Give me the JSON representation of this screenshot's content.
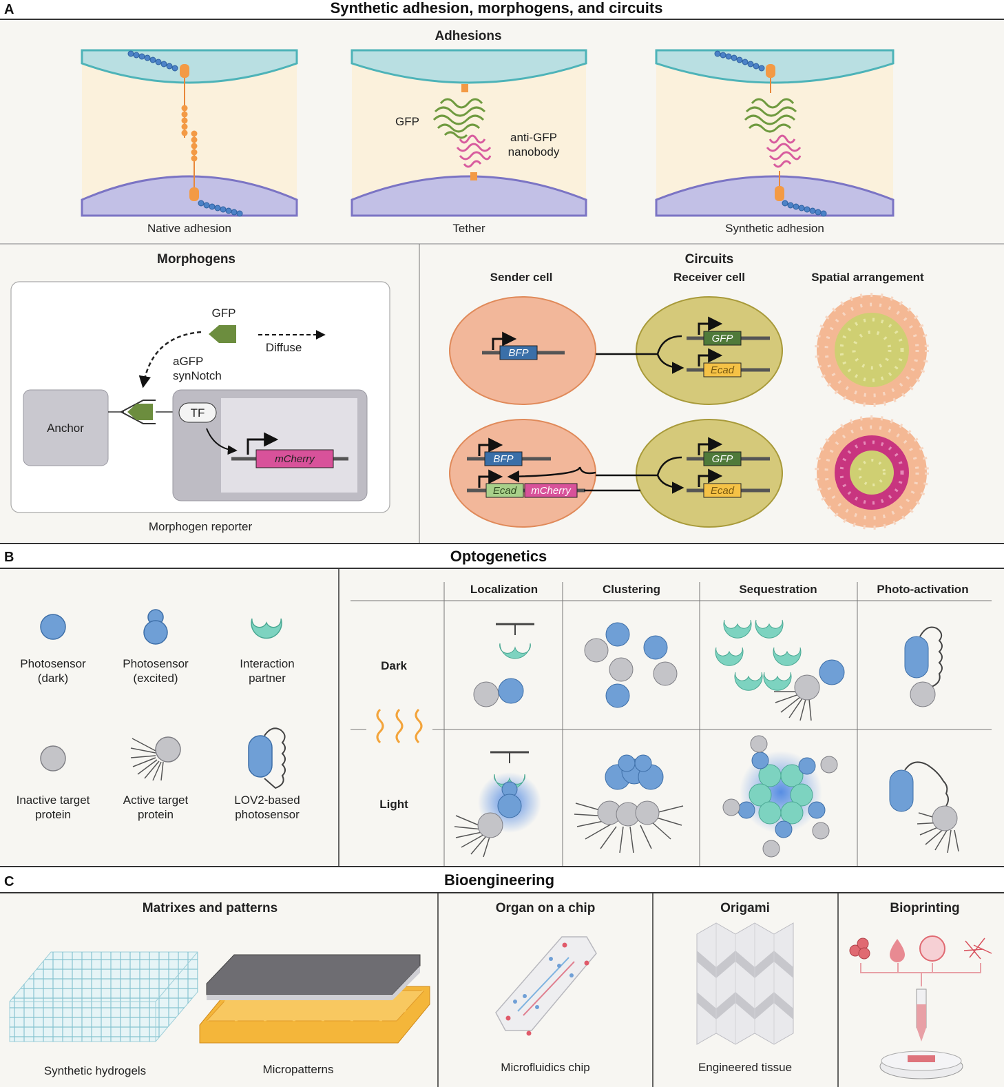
{
  "panels": [
    {
      "letter": "A",
      "title": "Synthetic adhesion, morphogens, and circuits"
    },
    {
      "letter": "B",
      "title": "Optogenetics"
    },
    {
      "letter": "C",
      "title": "Bioengineering"
    }
  ],
  "adhesions": {
    "title": "Adhesions",
    "captions": [
      "Native adhesion",
      "Tether",
      "Synthetic adhesion"
    ],
    "gfp_label": "GFP",
    "nanobody_label": [
      "anti-GFP",
      "nanobody"
    ]
  },
  "morphogens": {
    "title": "Morphogens",
    "gfp": "GFP",
    "diffuse": "Diffuse",
    "synnotch": [
      "aGFP",
      "synNotch"
    ],
    "anchor": "Anchor",
    "tf": "TF",
    "gene": "mCherry",
    "caption": "Morphogen reporter"
  },
  "circuits": {
    "title": "Circuits",
    "columns": [
      "Sender cell",
      [
        "Receiver cell"
      ],
      "Spatial arrangement"
    ],
    "genes": {
      "bfp": "BFP",
      "gfp": "GFP",
      "ecad": "Ecad",
      "mcherry": "mCherry"
    }
  },
  "optogenetics": {
    "legend": [
      [
        "Photosensor",
        "(dark)"
      ],
      [
        "Photosensor",
        "(excited)"
      ],
      [
        "Interaction",
        "partner"
      ],
      [
        "Inactive target",
        "protein"
      ],
      [
        "Active target",
        "protein"
      ],
      [
        "LOV2-based",
        "photosensor"
      ]
    ],
    "columns": [
      "Localization",
      "Clustering",
      "Sequestration",
      "Photo-activation"
    ],
    "rows": [
      "Dark",
      "Light"
    ]
  },
  "bioengineering": {
    "sections": [
      "Matrixes and patterns",
      "Organ on a chip",
      "Origami",
      "Bioprinting"
    ],
    "captions": [
      "Synthetic hydrogels",
      "Micropatterns",
      "Microfluidics chip",
      "Engineered tissue"
    ]
  },
  "colors": {
    "photosensor": "#6f9fd6",
    "partner": "#7dd3c0",
    "target": "#c4c4c8",
    "sender": "#f2b79a",
    "receiver": "#d5c97a",
    "mcherry": "#d8529a",
    "gfp_box": "#4f7a3a",
    "bfp_box": "#3a6fa8",
    "ecad_box": "#f5c246"
  }
}
